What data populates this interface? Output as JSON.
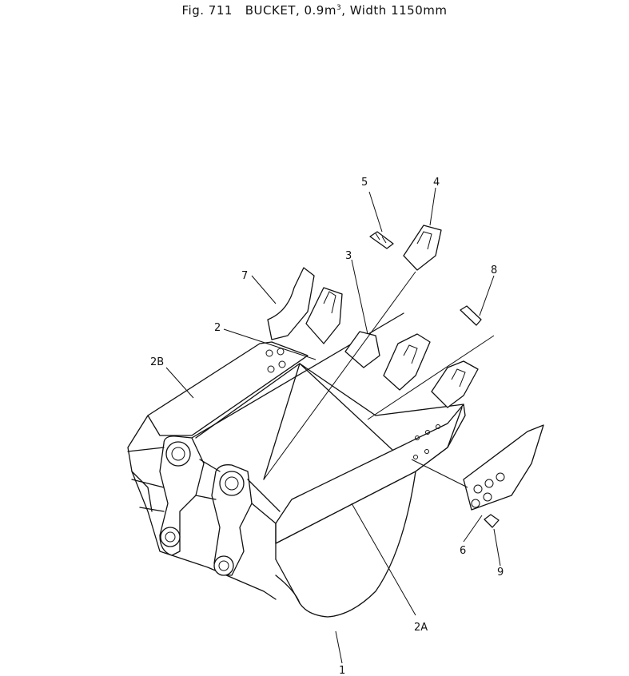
{
  "figure": {
    "title_prefix": "Fig. 711",
    "title_main": "BUCKET, 0.9m",
    "title_sup": "3",
    "title_suffix": ", Width 1150mm"
  },
  "callouts": [
    "1",
    "2",
    "2A",
    "2B",
    "3",
    "4",
    "5",
    "6",
    "7",
    "8",
    "9"
  ]
}
